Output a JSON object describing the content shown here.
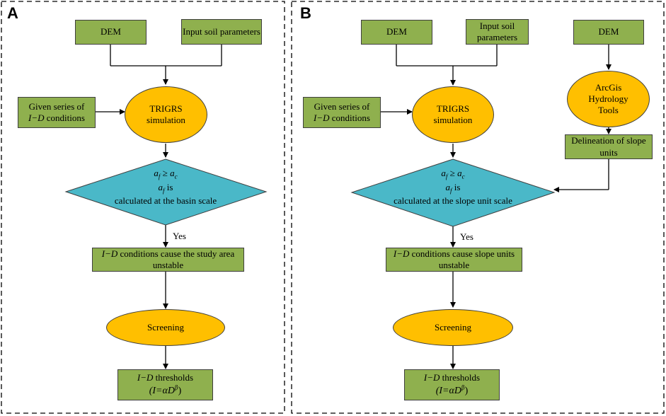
{
  "panels": [
    {
      "letter": "A",
      "dem": "DEM",
      "input_soil": "Input soil parameters",
      "given_series_1": "Given series of",
      "given_series_2": "I−D",
      "given_series_3": "conditions",
      "trigrs": "TRIGRS simulation",
      "cond_line1_a": "a",
      "cond_line1_sub": "f",
      "cond_line1_op": " ≥ ",
      "cond_line1_b": "a",
      "cond_line1_bsub": "c",
      "cond_line2_a": "a",
      "cond_line2_sub": "f",
      "cond_line2_rest": " is",
      "cond_line3": "calculated at the basin scale",
      "yes": "Yes",
      "unstable_id": "I−D",
      "unstable_text": " conditions cause the study area unstable",
      "screening": "Screening",
      "thresholds_id": "I−D",
      "thresholds_text": " thresholds",
      "formula": "(I=αD",
      "formula_sup": "β",
      "formula_end": ")"
    },
    {
      "letter": "B",
      "dem": "DEM",
      "input_soil": "Input soil parameters",
      "dem2": "DEM",
      "arcgis": "ArcGis Hydrology Tools",
      "delineation": "Delineation of slope units",
      "given_series_1": "Given series of",
      "given_series_2": "I−D",
      "given_series_3": "conditions",
      "trigrs": "TRIGRS simulation",
      "cond_line1_a": "a",
      "cond_line1_sub": "f",
      "cond_line1_op": " ≥ ",
      "cond_line1_b": "a",
      "cond_line1_bsub": "c",
      "cond_line2_a": "a",
      "cond_line2_sub": "f",
      "cond_line2_rest": " is",
      "cond_line3": "calculated at the slope unit scale",
      "yes": "Yes",
      "unstable_id": "I−D",
      "unstable_text": " conditions cause slope units unstable",
      "screening": "Screening",
      "thresholds_id": "I−D",
      "thresholds_text": " thresholds",
      "formula": "(I=αD",
      "formula_sup": "β",
      "formula_end": ")"
    }
  ],
  "colors": {
    "box_fill": "#8fb04e",
    "ellipse_fill": "#ffbf00",
    "diamond_fill": "#4ab8c8",
    "line": "#000000"
  }
}
